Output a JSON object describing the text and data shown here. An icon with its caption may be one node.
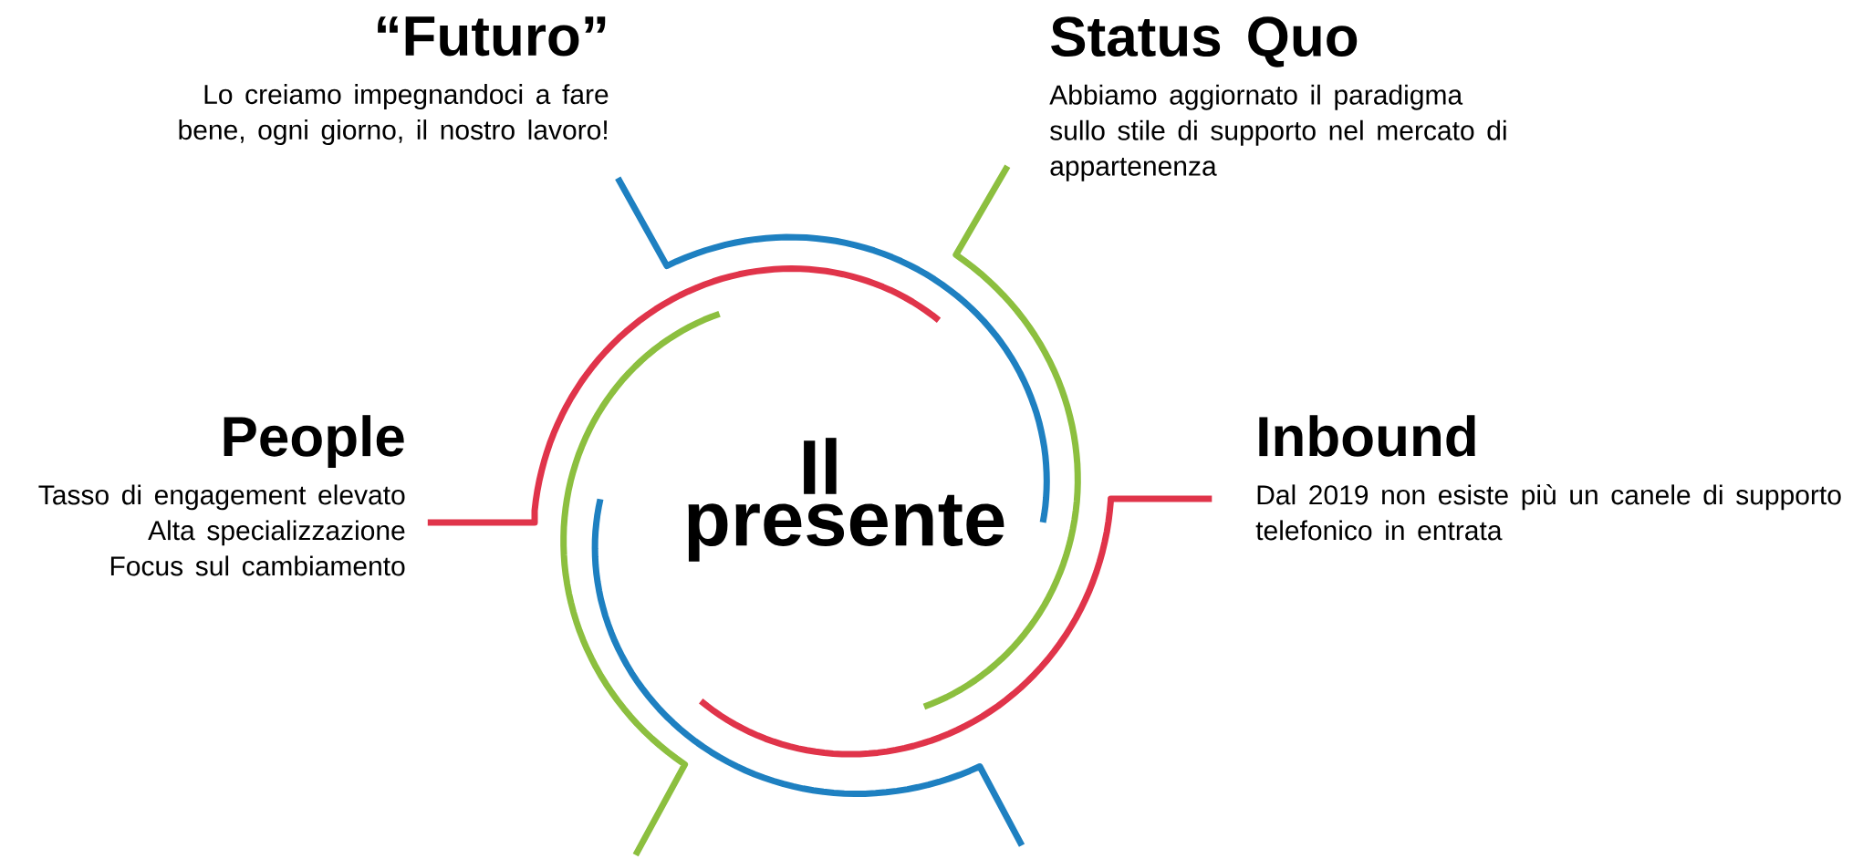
{
  "diagram": {
    "nodes": [
      {
        "text": [
          "Il presente"
        ]
      },
      {
        "text": [
          "“Futuro”",
          "Lo creiamo impegnandoci a fare bene, ogni giorno, il nostro lavoro!"
        ]
      },
      {
        "text": [
          "Status Quo",
          "Abbiamo aggiornato il paradigma sullo stile di supporto nel mercato di appartenenza"
        ]
      },
      {
        "text": [
          "People",
          "Tasso di engagement elevato",
          "Alta specializzazione",
          "Focus sul cambiamento"
        ]
      },
      {
        "text": [
          "Inbound",
          "Dal 2019 non esiste più un canele di supporto telefonico in entrata"
        ]
      }
    ]
  }
}
